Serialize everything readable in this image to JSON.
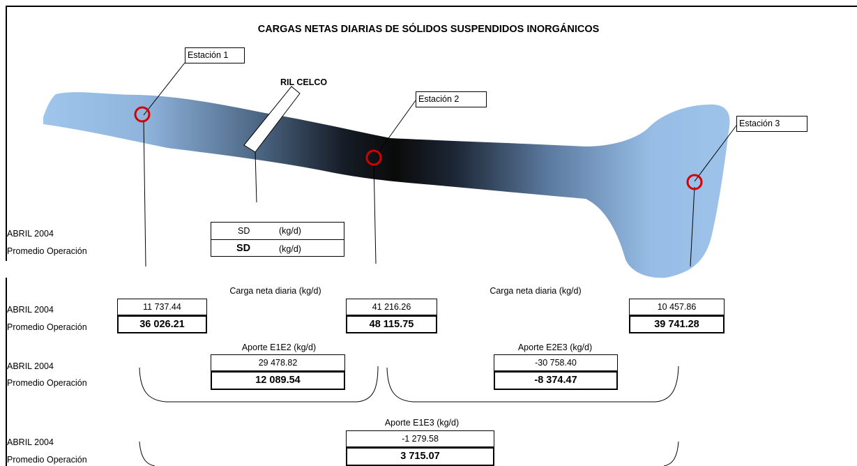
{
  "title": "CARGAS NETAS DIARIAS DE SÓLIDOS SUSPENDIDOS INORGÁNICOS",
  "stations": {
    "e1": "Estación 1",
    "e2": "Estación 2",
    "e3": "Estación 3",
    "ril": "RIL CELCO"
  },
  "row_labels": {
    "abril": "ABRIL 2004",
    "promedio": "Promedio Operación"
  },
  "ril_box": {
    "abril_value": "SD",
    "abril_unit": "(kg/d)",
    "promedio_value": "SD",
    "promedio_unit": "(kg/d)"
  },
  "carga_caption": "Carga neta diaria (kg/d)",
  "estacion_values": {
    "e1_abril": "11 737.44",
    "e1_promedio": "36 026.21",
    "e2_abril": "41 216.26",
    "e2_promedio": "48 115.75",
    "e3_abril": "10 457.86",
    "e3_promedio": "39 741.28"
  },
  "aportes": {
    "e1e2_caption": "Aporte E1E2 (kg/d)",
    "e1e2_abril": "29 478.82",
    "e1e2_promedio": "12 089.54",
    "e2e3_caption": "Aporte E2E3 (kg/d)",
    "e2e3_abril": "-30 758.40",
    "e2e3_promedio": "-8 374.47",
    "e1e3_caption": "Aporte E1E3 (kg/d)",
    "e1e3_abril": "-1 279.58",
    "e1e3_promedio": "3 715.07"
  },
  "colors": {
    "river_light": "#a7cdf2",
    "river_dark": "#0a0a0a",
    "marker": "#d40000"
  }
}
